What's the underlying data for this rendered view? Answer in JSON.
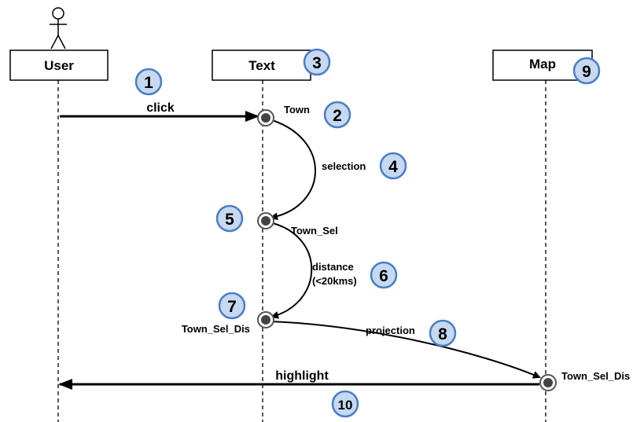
{
  "colors": {
    "badge_fill": "#c6d9f1",
    "badge_stroke": "#4a7ec5",
    "line": "#000000"
  },
  "participants": {
    "user": "User",
    "text": "Text",
    "map": "Map"
  },
  "messages": {
    "click": "click",
    "selection": "selection",
    "distance_line1": "distance",
    "distance_line2": "(<20kms)",
    "projection": "projection",
    "highlight": "highlight"
  },
  "states": {
    "town": "Town",
    "town_sel": "Town_Sel",
    "town_sel_dis_text": "Town_Sel_Dis",
    "town_sel_dis_map": "Town_Sel_Dis"
  },
  "badges": {
    "b1": "1",
    "b2": "2",
    "b3": "3",
    "b4": "4",
    "b5": "5",
    "b6": "6",
    "b7": "7",
    "b8": "8",
    "b9": "9",
    "b10": "10"
  }
}
